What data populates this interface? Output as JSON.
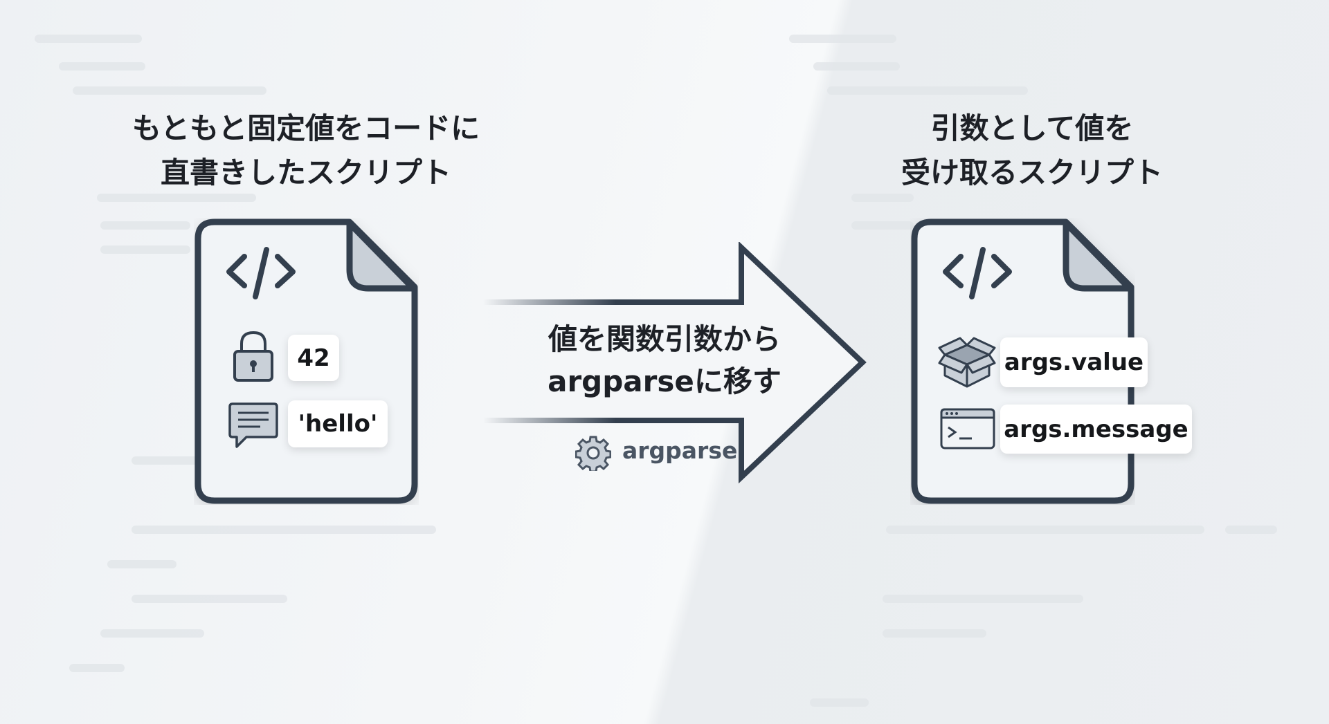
{
  "left": {
    "title_line1": "もともと固定値をコードに",
    "title_line2": "直書きしたスクリプト",
    "value_number": "42",
    "value_string": "'hello'"
  },
  "right": {
    "title_line1": "引数として値を",
    "title_line2": "受け取るスクリプト",
    "arg_value": "args.value",
    "arg_message": "args.message"
  },
  "arrow": {
    "label_line1": "値を関数引数から",
    "label_line2": "argparseに移す",
    "module_label": "argparse"
  },
  "colors": {
    "outline": "#333f4e",
    "fill": "#f1f4f7",
    "fold": "#c9d0d8",
    "bg": "#eef1f4"
  }
}
